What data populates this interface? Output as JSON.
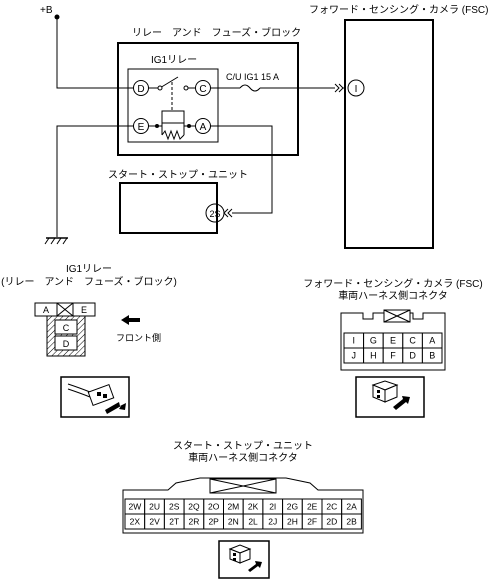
{
  "power": {
    "label": "+B"
  },
  "relay_block": {
    "title": "リレー　アンド　フューズ・ブロック",
    "relay_label": "IG1リレー",
    "pins": {
      "D": "D",
      "C": "C",
      "E": "E",
      "A": "A"
    },
    "fuse_label": "C/U IG1 15 A"
  },
  "camera": {
    "title": "フォワード・センシング・カメラ (FSC)",
    "pin": "I"
  },
  "ssu": {
    "title": "スタート・ストップ・ユニット",
    "pin": "2S"
  },
  "relay_view": {
    "title_line1": "IG1リレー",
    "title_line2": "(リレー　アンド　フューズ・ブロック)",
    "cells": {
      "a": "A",
      "e": "E",
      "c": "C",
      "d": "D"
    },
    "front_label": "フロント側"
  },
  "camera_connector": {
    "title_line1": "フォワード・センシング・カメラ (FSC)",
    "title_line2": "車両ハーネス側コネクタ",
    "row1": [
      "I",
      "G",
      "E",
      "C",
      "A"
    ],
    "row2": [
      "J",
      "H",
      "F",
      "D",
      "B"
    ]
  },
  "ssu_connector": {
    "title_line1": "スタート・ストップ・ユニット",
    "title_line2": "車両ハーネス側コネクタ",
    "row1": [
      "2W",
      "2U",
      "2S",
      "2Q",
      "2O",
      "2M",
      "2K",
      "2I",
      "2G",
      "2E",
      "2C",
      "2A"
    ],
    "row2": [
      "2X",
      "2V",
      "2T",
      "2R",
      "2P",
      "2N",
      "2L",
      "2J",
      "2H",
      "2F",
      "2D",
      "2B"
    ]
  }
}
